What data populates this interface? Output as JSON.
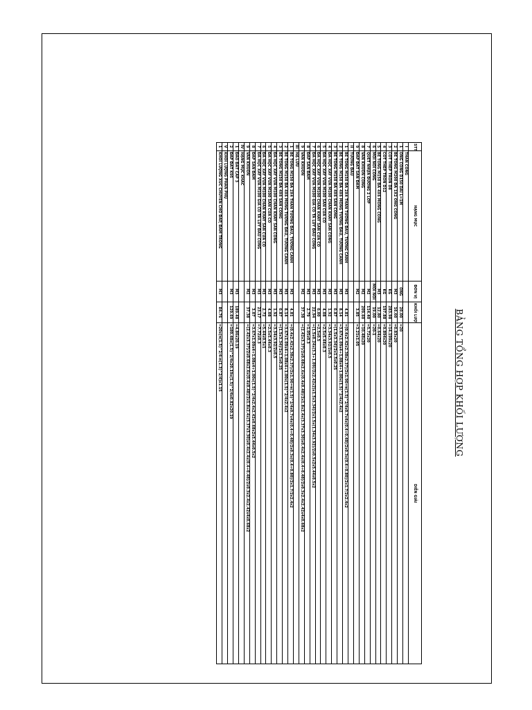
{
  "title": "BẢNG TỔNG HỢP KHỐI LƯỢNG",
  "table": {
    "headers": [
      "STT",
      "HẠNG MỤC",
      "ĐƠN VỊ",
      "KHỐI LƯỢNG",
      "DIỄN GIẢI"
    ],
    "rows": [
      [
        "I",
        "THÂN CỐNG",
        "",
        "",
        ""
      ],
      [
        "1",
        "ỐNG CỐNG D150 DÀI L=1M",
        "ỐNG",
        "20.00",
        "=20"
      ],
      [
        "2",
        "BÊ TÔNG M200 ĐÁ 1X2 ỐNG CỐNG",
        "M3",
        "16.60",
        "=0.83x20"
      ],
      [
        "3",
        "CỐT THÉP TRÒN D8",
        "KG",
        "283.98",
        "=14.199x20"
      ],
      [
        "4",
        "CỐT THÉP TRÒN D12",
        "KG",
        "197.88",
        "=9.894x20"
      ],
      [
        "5",
        "BÊ TÔNG M150 ĐÁ 4X6 MÓNG CỐNG",
        "M3",
        "12.80",
        "=0.64x20"
      ],
      [
        "6",
        "MỐI NỐI CỐNG",
        "MỐI NỐI",
        "19.00",
        "=20-1"
      ],
      [
        "7",
        "QUÉT NHỰA ĐƯỜNG 2 LỚP",
        "M2",
        "114.40",
        "=5.72x20"
      ],
      [
        "8",
        "VÁN KHUÔN CỐNG",
        "M2",
        "209.60",
        "=10.48x20"
      ],
      [
        "9",
        "ĐẮP ĐẤT SAN ĐẦM",
        "M2",
        "3.85",
        "=3.21x1.05"
      ],
      [
        "II",
        "TƯỜNG ĐẦU",
        "",
        "",
        ""
      ],
      [
        "1",
        "BÊ TÔNG M150 ĐÁ 2X4 THÂN TƯỜNG ĐẦU, TƯỜNG CÁNH",
        "M3",
        "4.81",
        "=(0.4x2.42x2.38x2.37)/2x1.96=π(1.5)^2/4x0.7x4x(0.4+0.48)/2x0.3x(0.4+0.80)/2x1.7/2x2.4x2"
      ],
      [
        "2",
        "BÊ TÔNG M150 ĐÁ 4X6 MÓNG TƯỜNG ĐẦU, TƯỜNG CÁNH",
        "M3",
        "8.14",
        "=3.67x1.09x4+1.08x4+1.00x(1.5)^2/4x2.4x2"
      ],
      [
        "3",
        "BÊ TÔNG M150 ĐÁ 4X6 SÂN CỐNG",
        "M3",
        "0.87",
        "=(1.5x3.34)/2x1.5x0.25"
      ],
      [
        "4",
        "ĐÁ HỘC XÂY VỮA M100 CHÂN KHAY SÂN CỐNG",
        "M3",
        "1.92",
        "=3.34x3.92/2x0.5"
      ],
      [
        "5",
        "ĐÁ HỘC XÂY VỮA M100 SÂN CỬA CỐ",
        "M3",
        "4.08",
        "=2.5x5.44x0.3"
      ],
      [
        "6",
        "ĐÁ HỘC XÂY VỮA M100 CHÂN KHAY SÂN CỬA CỐ",
        "M3",
        "0.00",
        "=2.5x0.5"
      ],
      [
        "7",
        "ĐÁ HỘC XÂY VỮA M100 GIA CỐ TA LUY ĐẦU CỐNG",
        "M3",
        "22.94",
        "=(1.5x0.24x(3.3+1.09)/2x2.42x2)x1.5x3.34)/2x1.5x(1.34x3.92)/2x0.5x2x5.44x0.5x2"
      ],
      [
        "8",
        "ĐẮP SAN ĐẦM",
        "M3",
        "2.79",
        "=1.05x0.3"
      ],
      [
        "9",
        "VÁN KHUÔN",
        "M2",
        "37.38",
        "=(2.42x3.37)/2x0.68x2.6x(0.4x0.48)/2x1.8x2.4x(3.37x3.30)x0.4x2.4x(0.4+0.48)/2x0.3x2.4x2.42x4x0.68x2"
      ],
      [
        "III",
        "HẠ LƯU",
        "",
        "",
        ""
      ],
      [
        "1",
        "BÊ TÔNG M150 ĐÁ 2X4 THÂN TƯỜNG ĐẦU, TƯỜNG CÁNH",
        "M3",
        "4.81",
        "=(0.4x2.42x2.38x2.37)/2x1.96=π(1.5)^2/4x0.7x4x(0.4+0.48)/2x0.3x(0.4+0.80)/2x1.7/2x2.4x2"
      ],
      [
        "2",
        "BÊ TÔNG M150 ĐÁ 4X6 MÓNG TƯỜNG ĐẦU, TƯỜNG CÁNH",
        "M3",
        "8.14",
        "=3.67x1.09x4+1.08x4+1.00x(1.5)^2/4x2.4x2"
      ],
      [
        "3",
        "BÊ TÔNG M150 ĐÁ 4X6 SÂN CỐNG",
        "M3",
        "0.87",
        "=(1.5x3.34)/2x1.5x0.25"
      ],
      [
        "4",
        "ĐÁ HỘC XÂY VỮA M100 CHÂN KHAY SÂN CỐNG",
        "M3",
        "1.92",
        "=3.34x3.92/2x0.5"
      ],
      [
        "5",
        "ĐÁ HỘC XÂY VỮA M100 SÂN CỬA CỐ",
        "M3",
        "4.08",
        "=2.5x5.44x0.3"
      ],
      [
        "6",
        "ĐÁ HỘC XÂY VỮA M100 CHÂN KHAY SÂN CỬA CỐ",
        "M3",
        "2.72",
        "=5.44x0.5x1"
      ],
      [
        "7",
        "ĐÁ HỘC XÂY VỮA M100 GIA CỐ TA LUY ĐẦU CỐNG",
        "M3",
        "23.17",
        "=7.72x0.3"
      ],
      [
        "8",
        "ĐẮP SAN ĐẦM",
        "M3",
        "3.07",
        "=3.67x1.09x4+1.08x4+1.00x(1.5)^2/4x2.4x2.42x0.68x2x5.44x0.5x2"
      ],
      [
        "9",
        "VÁN KHUÔN",
        "M2",
        "37.38",
        "=(2.42x3.37)/2x0.68x2.6x(0.4x0.48)/2x1.8x2.4x(3.37x3.30)x0.4x2.4x(0.4+0.48)/2x0.3x2.4x2.42x4x0.68x2"
      ],
      [
        "IV",
        "HẠNG MỤC KHÁC",
        "",
        "",
        ""
      ],
      [
        "1",
        "ĐÀO ĐẤT CẤP 3",
        "M3",
        "189.48",
        "=4.86x20.19"
      ],
      [
        "2",
        "ĐẮP ĐẤT K95",
        "M3",
        "129.69",
        "=189.48x(1.5)^2/4x20.19x(1.5)^2/4x0.82x20.19"
      ],
      [
        "V",
        "KHỐI LƯỢNG PHẦN PHỤ",
        "",
        "",
        ""
      ],
      [
        "1",
        "KHỐI LƯỢNG XÚC CHUYỂN CHỖ ĐẮP, ĐẦM TRONG",
        "M3",
        "84.76",
        "=20x(π(1.5)^2/4-π(1.3)^2/4)x1.15"
      ]
    ]
  }
}
